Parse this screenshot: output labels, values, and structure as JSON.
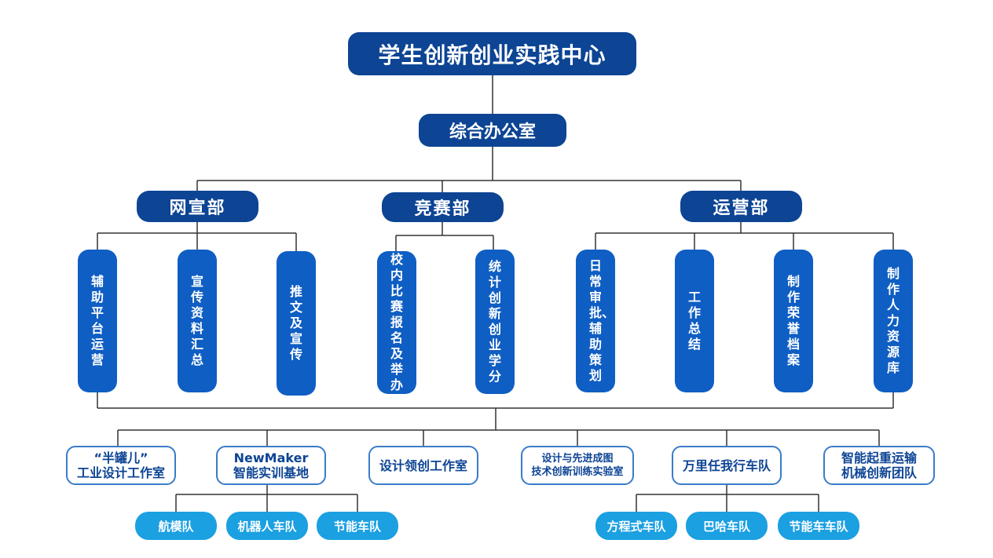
{
  "root": "学生创新创业实践中心",
  "office": "综合办公室",
  "departments": [
    {
      "name": "网宣部",
      "tasks": [
        "辅助平台运营",
        "宣传资料汇总",
        "推文及宣传"
      ]
    },
    {
      "name": "竞赛部",
      "tasks": [
        "校内比赛报名及举办",
        "统计创新创业学分"
      ]
    },
    {
      "name": "运营部",
      "tasks": [
        "日常审批、辅助策划",
        "工作总结",
        "制作荣誉档案",
        "制作人力资源库"
      ]
    }
  ],
  "studios": [
    "“半罐儿”\n工业设计工作室",
    "NewMaker\n智能实训基地",
    "设计领创工作室",
    "设计与先进成图\n技术创新训练实验室",
    "万里任我行车队",
    "智能起重运输\n机械创新团队"
  ],
  "teams_newmaker": [
    "航模队",
    "机器人车队",
    "节能车队"
  ],
  "teams_wanli": [
    "方程式车队",
    "巴哈车队",
    "节能车车队"
  ],
  "colors": {
    "dark_blue": "#0d4494",
    "mid_blue": "#0f5ec3",
    "light_blue": "#1ba0e2",
    "border_blue": "#3a7cc8",
    "line": "#333333"
  }
}
